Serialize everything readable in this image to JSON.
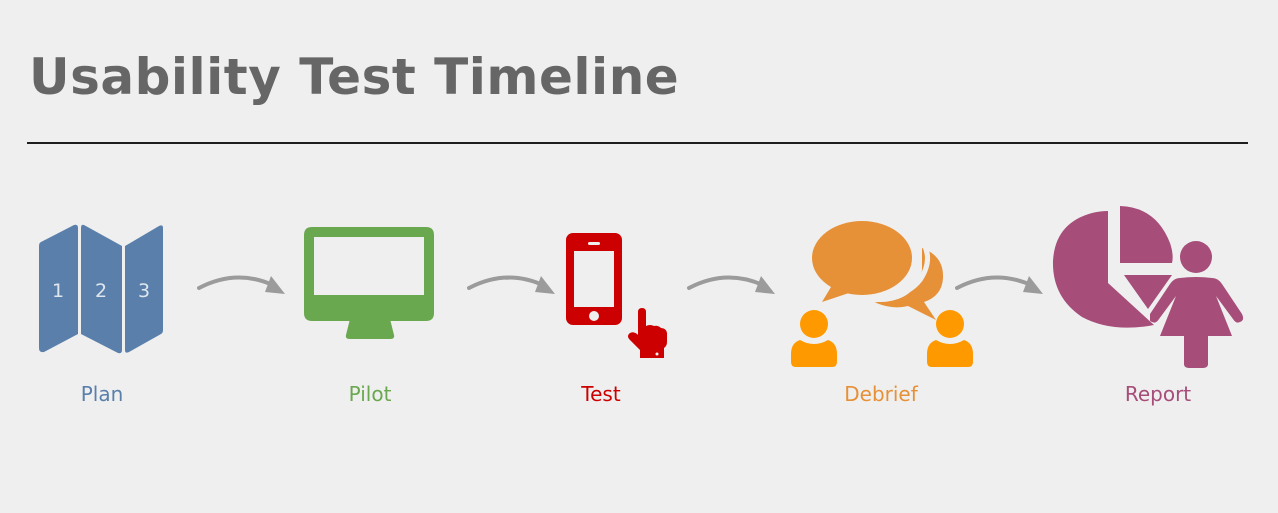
{
  "header": {
    "title": "Usability Test Timeline"
  },
  "colors": {
    "background": "#efefef",
    "title": "#666666",
    "rule": "#1e1e1e",
    "arrow": "#9b9b9b",
    "plan": "#5a7fab",
    "pilot": "#6aa84f",
    "test": "#cc0000",
    "debrief_bubbles": "#e69138",
    "debrief_people": "#ff9900",
    "report": "#a64d79"
  },
  "steps": [
    {
      "id": "plan",
      "label": "Plan",
      "icon": "folded-map-icon",
      "panels": [
        "1",
        "2",
        "3"
      ],
      "color": "#5a7fab"
    },
    {
      "id": "pilot",
      "label": "Pilot",
      "icon": "monitor-icon",
      "color": "#6aa84f"
    },
    {
      "id": "test",
      "label": "Test",
      "icon": "smartphone-tap-icon",
      "color": "#cc0000"
    },
    {
      "id": "debrief",
      "label": "Debrief",
      "icon": "chat-bubbles-people-icon",
      "color": "#e69138"
    },
    {
      "id": "report",
      "label": "Report",
      "icon": "pie-chart-person-icon",
      "color": "#a64d79"
    }
  ],
  "arrows": [
    {
      "from": "plan",
      "to": "pilot"
    },
    {
      "from": "pilot",
      "to": "test"
    },
    {
      "from": "test",
      "to": "debrief"
    },
    {
      "from": "debrief",
      "to": "report"
    }
  ]
}
